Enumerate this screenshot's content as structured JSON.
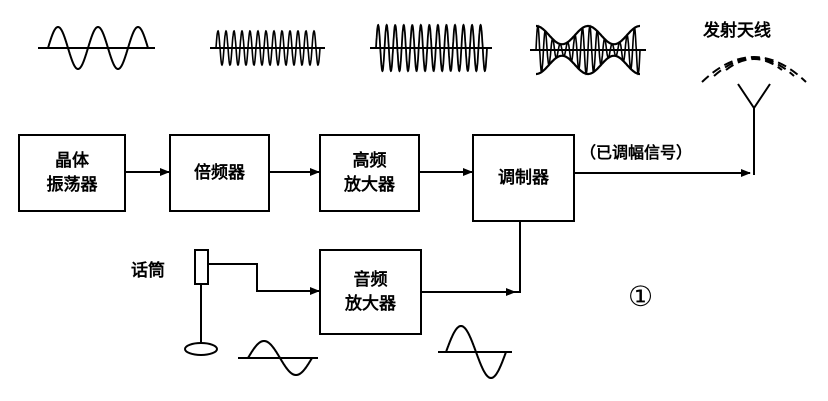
{
  "blocks": {
    "crystal_osc": "晶体\n振荡器",
    "multiplier": "倍频器",
    "rf_amp": "高频\n放大器",
    "modulator": "调制器",
    "audio_amp": "音频\n放大器"
  },
  "labels": {
    "antenna": "发射天线",
    "am_signal": "（已调幅信号）",
    "microphone": "话筒",
    "figure_number": "①"
  }
}
